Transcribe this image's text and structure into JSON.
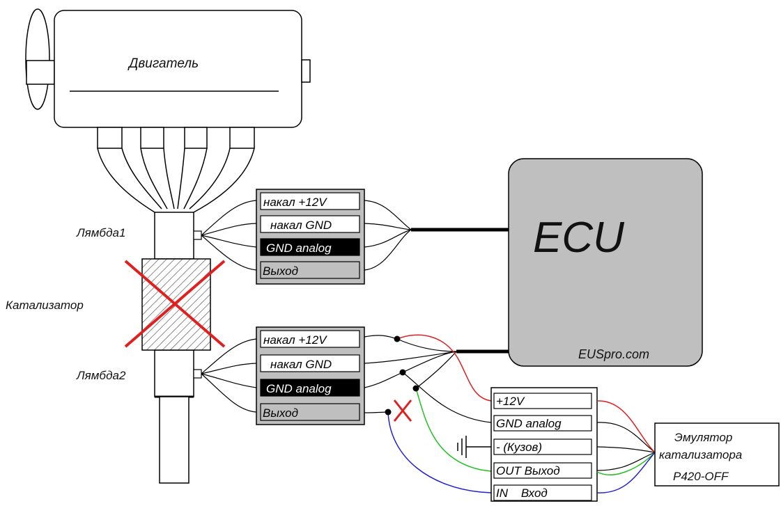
{
  "engine": {
    "label": "Двигатель"
  },
  "catalyst": {
    "label": "Катализатор"
  },
  "lambda1": {
    "label": "Лямбда1",
    "pins": [
      "накал +12V",
      "накал GND",
      "GND analog",
      "Выход"
    ]
  },
  "lambda2": {
    "label": "Лямбда2",
    "pins": [
      "накал +12V",
      "накал GND",
      "GND analog",
      "Выход"
    ]
  },
  "ecu": {
    "label": "ECU",
    "brand": "EUSpro.com"
  },
  "emulator": {
    "pins": [
      "+12V",
      "GND analog",
      "- (Кузов)",
      "OUT Выход",
      "IN    Вход"
    ],
    "title_line1": "Эмулятор",
    "title_line2": "катализатора",
    "model": "P420-OFF"
  },
  "colors": {
    "ecu_fill": "#bfbfbf",
    "dark_pin": "#000000",
    "grey_pin": "#bfbfbf",
    "wire_red": "#e02020",
    "wire_green": "#20c020",
    "wire_blue": "#2020d0",
    "cross_red": "#e02020"
  }
}
